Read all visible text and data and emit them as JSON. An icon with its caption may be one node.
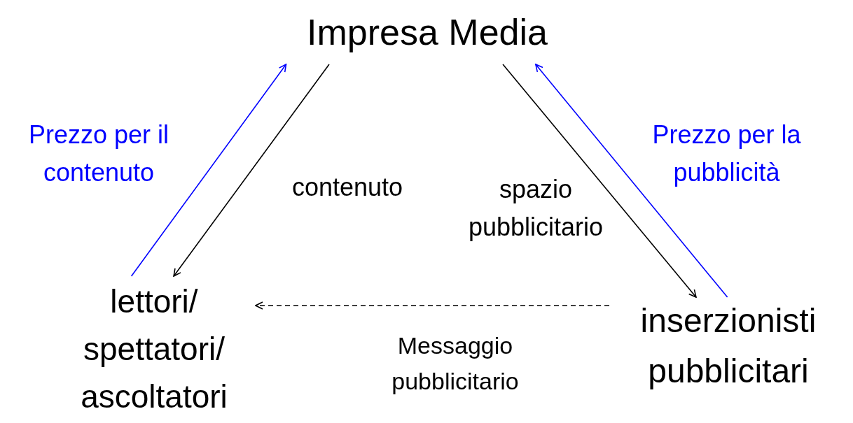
{
  "diagram": {
    "nodes": [
      {
        "text": [
          "Impresa Media"
        ]
      },
      {
        "text": [
          "lettori/ spettatori/ ascoltatori"
        ]
      },
      {
        "text": [
          "inserzionisti pubblicitari"
        ]
      }
    ],
    "edges": [
      {
        "from": 1,
        "to": 0,
        "arrow": "to",
        "label": "Prezzo per il contenuto",
        "color": "#0000ff"
      },
      {
        "from": 0,
        "to": 1,
        "arrow": "to",
        "label": "contenuto"
      },
      {
        "from": 0,
        "to": 2,
        "arrow": "to",
        "label": "spazio pubblicitario"
      },
      {
        "from": 2,
        "to": 0,
        "arrow": "to",
        "label": "Prezzo per la pubblicità",
        "color": "#0000ff"
      },
      {
        "from": 2,
        "to": 1,
        "arrow": "to",
        "label": "Messaggio pubblicitario",
        "style": "dashed"
      }
    ]
  }
}
